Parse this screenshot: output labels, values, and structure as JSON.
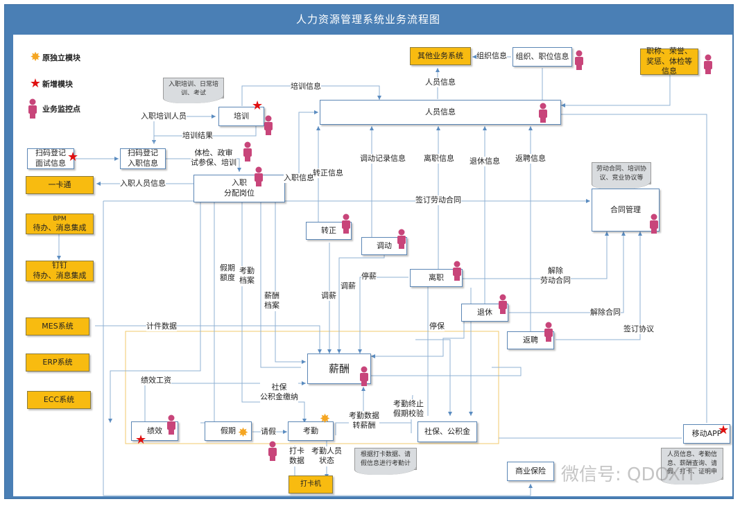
{
  "title": "人力资源管理系统业务流程图",
  "colors": {
    "frame": "#4a7fb5",
    "yellow": "#f8bb10",
    "person": "#c8457a",
    "new_star": "#e01010",
    "orig_star": "#f5a623",
    "line": "#7aa3cc",
    "salary_zone": "#f2c96b"
  },
  "legend": {
    "original_module": "原独立模块",
    "new_module": "新增模块",
    "monitor_point": "业务监控点"
  },
  "external_systems": {
    "other_business": "其他业务系统",
    "title_honor": "职称、荣誉、奖惩、体检等信息",
    "yikatong": "一卡通",
    "bpm": "BPM\n待办、消息集成",
    "bpm_l1": "BPM",
    "bpm_l2": "待办、消息集成",
    "dingding_l1": "钉钉",
    "dingding_l2": "待办、消息集成",
    "mes": "MES系统",
    "erp": "ERP系统",
    "ecc": "ECC系统",
    "punch_machine": "打卡机"
  },
  "modules": {
    "org_position": "组织、职位信息",
    "personnel": "人员信息",
    "training": "培训",
    "scan_interview_l1": "扫码登记",
    "scan_interview_l2": "面试信息",
    "scan_onboard_l1": "扫码登记",
    "scan_onboard_l2": "入职信息",
    "onboard_l1": "入职",
    "onboard_l2": "分配岗位",
    "regularize": "转正",
    "transfer": "调动",
    "resign": "离职",
    "retire": "退休",
    "rehire": "返聘",
    "contract": "合同管理",
    "salary": "薪酬",
    "performance": "绩效",
    "holiday": "假期",
    "attendance": "考勤",
    "social_fund": "社保、公积金",
    "commercial_insurance": "商业保险",
    "mobile_app": "移动APP"
  },
  "notes": {
    "training_note": "入职培训、日常培训、考试",
    "contract_note": "劳动合同、培训协议、竞业协议等",
    "attendance_note": "根据打卡数据、请假信息进行考勤计算",
    "app_note": "人员信息、考勤信息、薪酬查询、请假、打卡、证明申请"
  },
  "flow_labels": {
    "org_info": "组织信息",
    "personnel_info_up": "人员信息",
    "training_info": "培训信息",
    "onboard_training_staff": "入职培训人员",
    "training_result": "培训结果",
    "checkup_l1": "体检、政审",
    "checkup_l2": "试参保、培训",
    "onboard_staff_info": "入职人员信息",
    "onboard_info": "入职信息",
    "regularize_info": "转正信息",
    "transfer_record": "调动记录信息",
    "resign_info": "离职信息",
    "retire_info": "退休信息",
    "rehire_info": "返聘信息",
    "sign_contract": "签订劳动合同",
    "holiday_quota_l1": "假期",
    "holiday_quota_l2": "额度",
    "attendance_file_l1": "考勤",
    "attendance_file_l2": "档案",
    "salary_file_l1": "薪酬",
    "salary_file_l2": "档案",
    "adjust_salary_1": "调薪",
    "adjust_salary_2": "调薪",
    "stop_salary": "停薪",
    "terminate_l1": "解除",
    "terminate_l2": "劳动合同",
    "terminate_contract": "解除合同",
    "sign_agreement": "签订协议",
    "stop_insurance": "停保",
    "piece_data": "计件数据",
    "perf_salary": "绩效工资",
    "social_l1": "社保",
    "social_l2": "公积金缴纳",
    "att_to_salary_l1": "考勤数据",
    "att_to_salary_l2": "转薪酬",
    "att_stop_l1": "考勤终止",
    "att_stop_l2": "假期校验",
    "leave": "请假",
    "punch_data_l1": "打卡",
    "punch_data_l2": "数据",
    "att_status_l1": "考勤人员",
    "att_status_l2": "状态"
  },
  "watermark": "微信号: QDOXIT"
}
